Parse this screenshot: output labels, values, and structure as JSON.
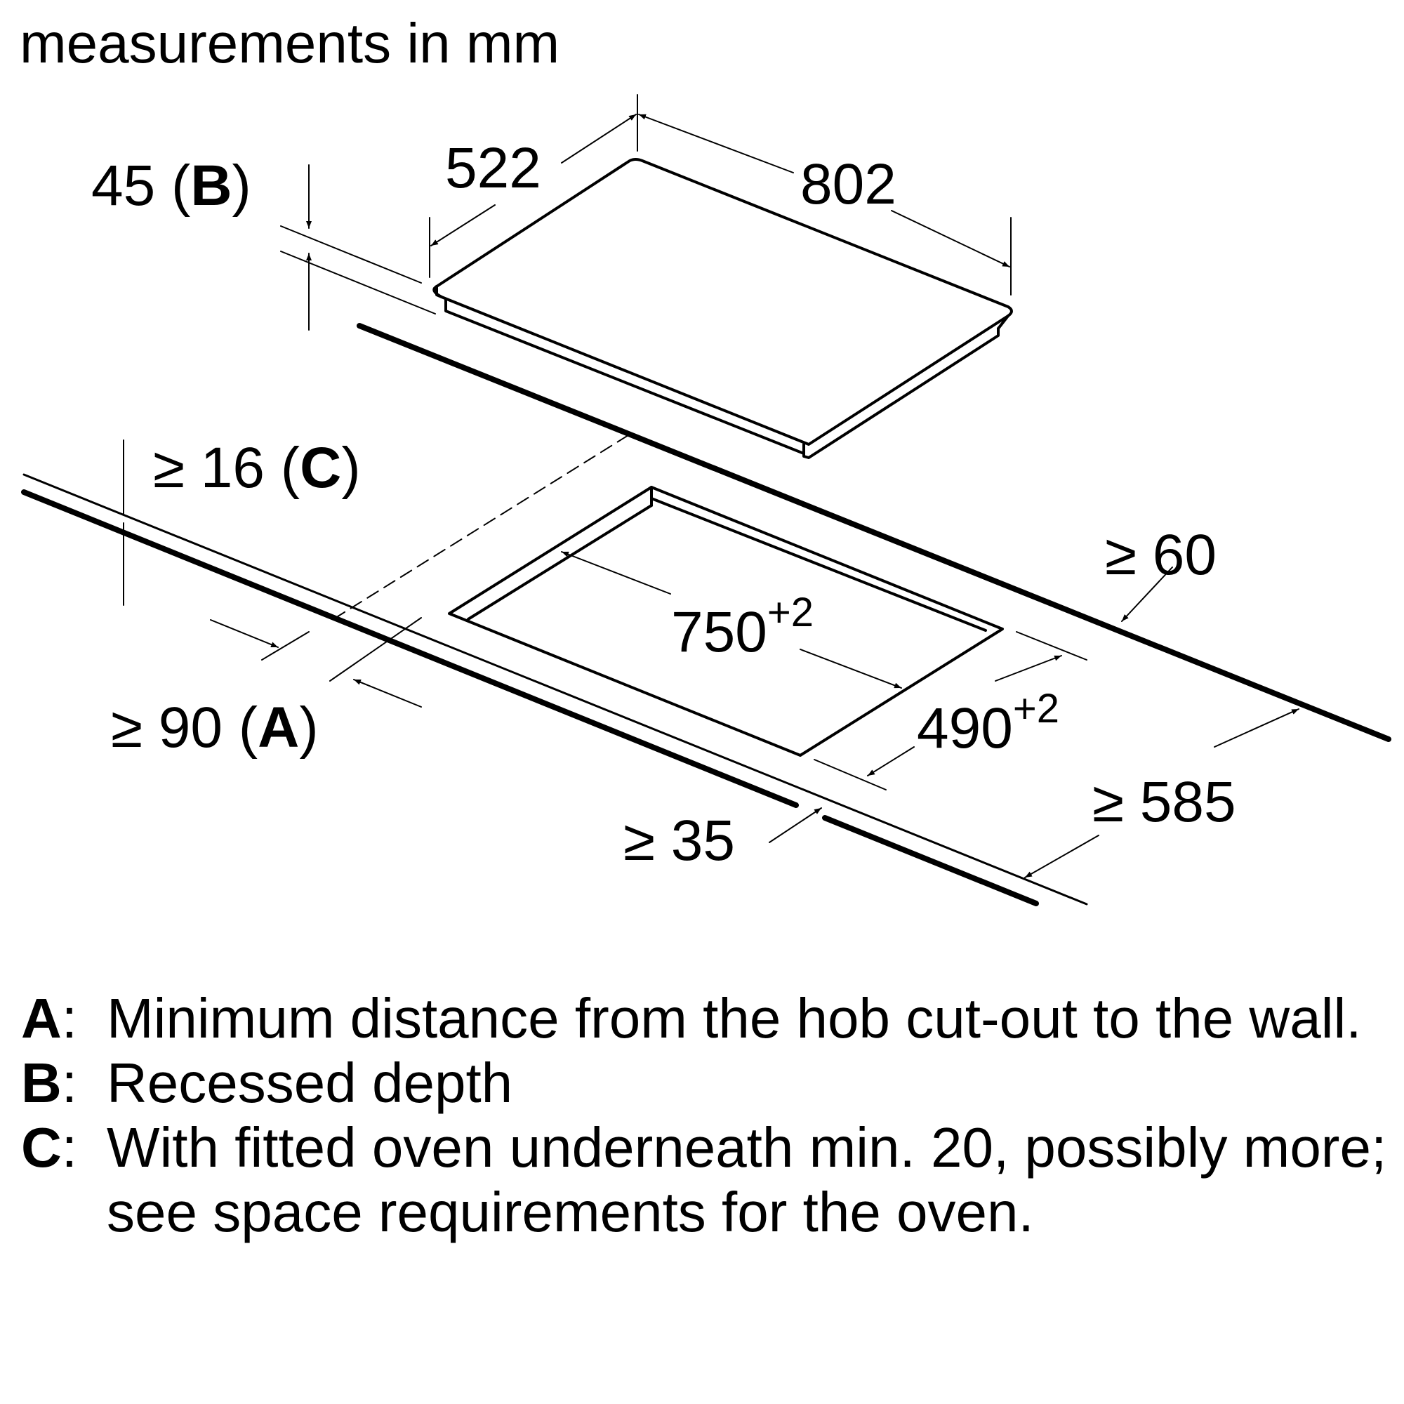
{
  "title": "measurements in mm",
  "dims": {
    "width": "802",
    "depth": "522",
    "height_value": "45 (",
    "height_key": "B",
    "height_close": ")",
    "cutout_width": "750",
    "cutout_width_tol": "+2",
    "cutout_depth": "490",
    "cutout_depth_tol": "+2",
    "worktop_value": "≥ 16 (",
    "worktop_key": "C",
    "worktop_close": ")",
    "wall_value": "≥ 90 (",
    "wall_key": "A",
    "wall_close": ")",
    "back_gap": "≥ 60",
    "front_gap": "≥ 35",
    "worktop_depth": "≥ 585"
  },
  "legend": [
    {
      "key": "A",
      "sep": ":",
      "text": "Minimum distance from the hob cut-out to the wall."
    },
    {
      "key": "B",
      "sep": ":",
      "text": "Recessed depth"
    },
    {
      "key": "C",
      "sep": ":",
      "text": "With fitted oven underneath min. 20, possibly more; see space requirements for the oven."
    }
  ]
}
